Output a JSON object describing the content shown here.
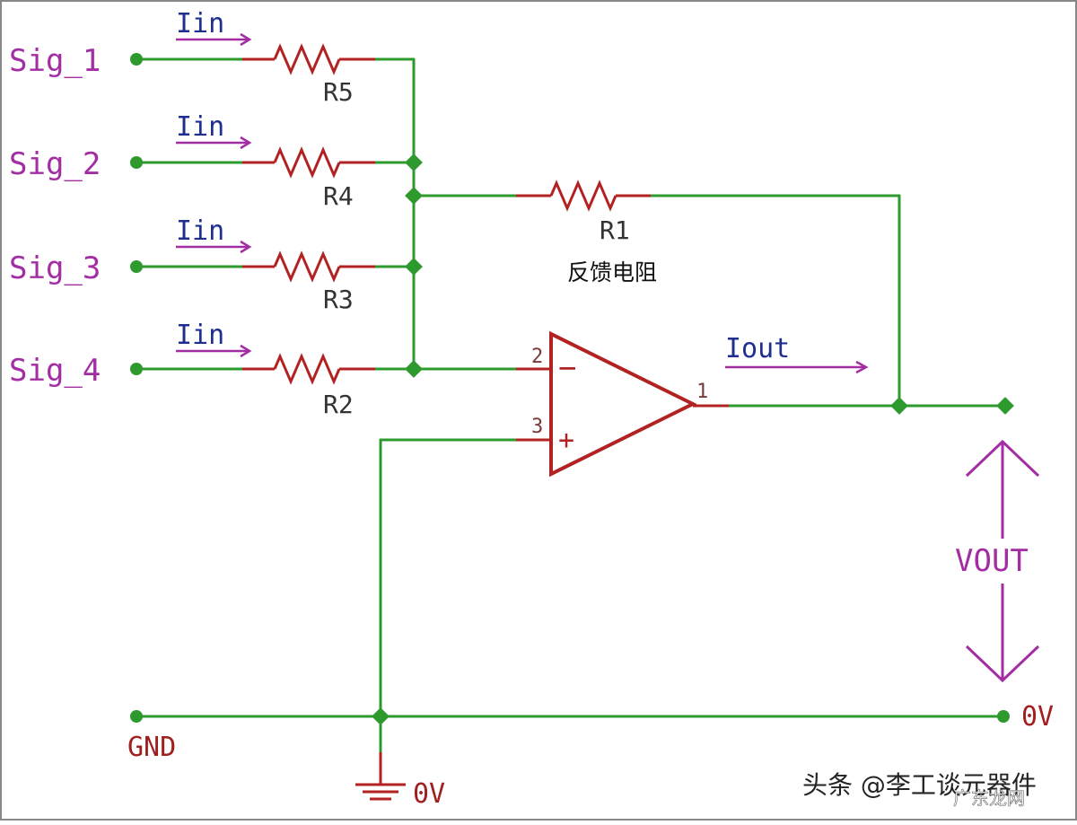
{
  "inputs": [
    {
      "signal": "Sig_1",
      "current": "Iin",
      "resistor": "R5"
    },
    {
      "signal": "Sig_2",
      "current": "Iin",
      "resistor": "R4"
    },
    {
      "signal": "Sig_3",
      "current": "Iin",
      "resistor": "R3"
    },
    {
      "signal": "Sig_4",
      "current": "Iin",
      "resistor": "R2"
    }
  ],
  "feedback": {
    "resistor": "R1",
    "caption": "反馈电阻"
  },
  "opamp": {
    "pin_inverting": "2",
    "pin_noninverting": "3",
    "pin_output": "1",
    "minus": "−",
    "plus": "+"
  },
  "output": {
    "current": "Iout",
    "voltage": "VOUT",
    "ref": "0V"
  },
  "ground": {
    "label": "GND",
    "symbol_label": "0V"
  },
  "watermark": {
    "text": "头条 @李工谈元器件",
    "site": "广东龙网"
  },
  "colors": {
    "wire": "#2e9a2e",
    "component": "#b22222",
    "signal_text": "#a32ea3",
    "current_text": "#1f2f8f"
  }
}
